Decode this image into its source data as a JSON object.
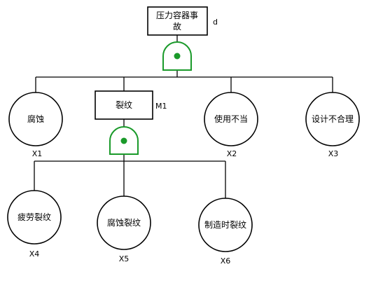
{
  "diagram": {
    "top_event": {
      "label_line1": "压力容器事",
      "label_line2": "故",
      "tag": "d"
    },
    "intermediate": {
      "label": "裂纹",
      "tag": "M1"
    },
    "basic_events": [
      {
        "label": "腐蚀",
        "tag": "X1"
      },
      {
        "label": "使用不当",
        "tag": "X2"
      },
      {
        "label": "设计不合理",
        "tag": "X3"
      },
      {
        "label": "疲劳裂纹",
        "tag": "X4"
      },
      {
        "label": "腐蚀裂纹",
        "tag": "X5"
      },
      {
        "label": "制造时裂纹",
        "tag": "X6"
      }
    ],
    "colors": {
      "gate": "#1a9a2a",
      "outline": "#000000"
    }
  }
}
